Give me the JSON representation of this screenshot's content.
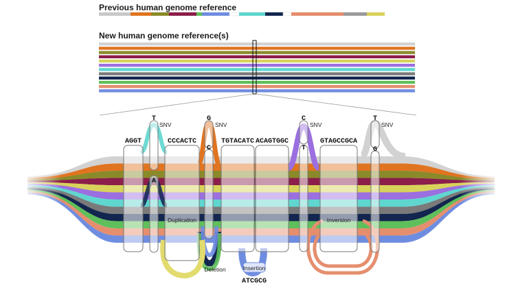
{
  "titles": {
    "previous": "Previous human genome reference",
    "new": "New human genome reference(s)"
  },
  "previous_reference": {
    "colors": [
      "#c8c8c8",
      "#e07420",
      "#8a8a2a",
      "#8b1e4a",
      "#5fbf5a",
      "#6f8de0",
      "#ffffff",
      "#5fd6cf",
      "#12264f",
      "#ffffff",
      "#e58e6e",
      "#9a9a9a",
      "#d8d25a"
    ]
  },
  "haplotypes": {
    "colors": [
      "#d2d2d2",
      "#e07420",
      "#8a8a2a",
      "#8b1e4a",
      "#d8d25a",
      "#9b6fe0",
      "#5fd6cf",
      "#7a7a7a",
      "#12264f",
      "#5fbf5a",
      "#e58e6e",
      "#6f8de0"
    ]
  },
  "sequences": {
    "s1": "AGGT",
    "s2": "CCCACTC",
    "s3": "TGTACATC",
    "s4": "ACAGTGGC",
    "s5": "GTAGCCGCA",
    "insertion_seq": "ATCGCG"
  },
  "variants": {
    "snv_label": "SNV",
    "snv1": {
      "alt": "T",
      "ref": "A"
    },
    "snv2": {
      "alt": "G",
      "ref": "C"
    },
    "snv3": {
      "alt": "C",
      "ref": "T"
    },
    "snv4": {
      "alt": "T",
      "ref": "G"
    }
  },
  "events": {
    "duplication": "Duplication",
    "deletion": "Deletion",
    "insertion": "Insertion",
    "inversion": "Inversion"
  }
}
